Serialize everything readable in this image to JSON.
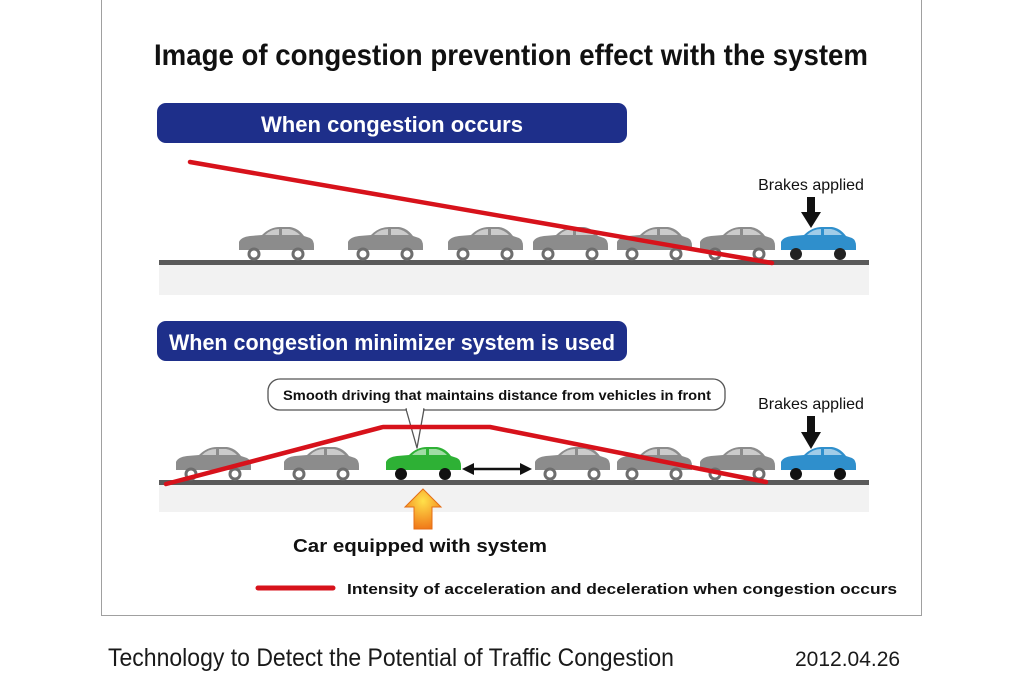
{
  "title": "Image of congestion prevention effect with the system",
  "top_section": {
    "label": "When congestion occurs",
    "brakes_label": "Brakes applied"
  },
  "bottom_section": {
    "label": "When congestion minimizer system is used",
    "brakes_label": "Brakes applied",
    "callout": "Smooth driving that maintains distance from vehicles in front",
    "equipped_car_label": "Car equipped with system"
  },
  "legend": {
    "label": "Intensity of acceleration and deceleration when congestion occurs"
  },
  "footer": {
    "title": "Technology to Detect the Potential of Traffic Congestion",
    "date": "2012.04.26"
  },
  "colors": {
    "section_header": "#1e2f8a",
    "intensity_line": "#d7121b",
    "road": "#5a5a5a",
    "car_gray": "#8c8c8c",
    "car_braking": "#2f8fcc",
    "car_equipped": "#2eb135",
    "arrow_orange": "#f28a1a"
  }
}
